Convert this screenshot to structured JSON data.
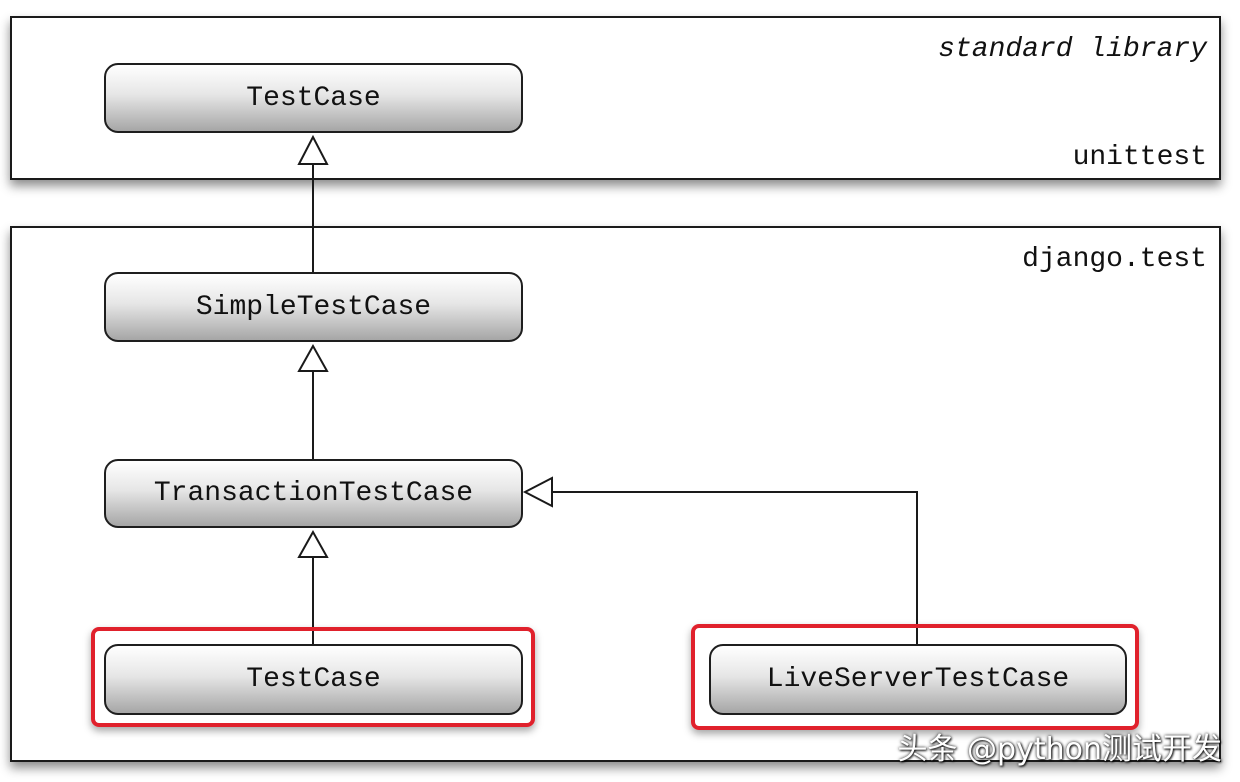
{
  "packages": {
    "standard": {
      "title": "standard library",
      "name": "unittest"
    },
    "django": {
      "name": "django.test"
    }
  },
  "classes": {
    "unittest_testcase": "TestCase",
    "simple_testcase": "SimpleTestCase",
    "transaction_testcase": "TransactionTestCase",
    "django_testcase": "TestCase",
    "liveserver_testcase": "LiveServerTestCase"
  },
  "inheritance": [
    {
      "child": "SimpleTestCase",
      "parent": "TestCase"
    },
    {
      "child": "TransactionTestCase",
      "parent": "SimpleTestCase"
    },
    {
      "child": "TestCase",
      "parent": "TransactionTestCase"
    },
    {
      "child": "LiveServerTestCase",
      "parent": "TransactionTestCase"
    }
  ],
  "highlighted": [
    "TestCase",
    "LiveServerTestCase"
  ],
  "colors": {
    "highlight": "#e0212c",
    "border": "#1a1a1a"
  },
  "watermark": "头条 @python测试开发"
}
